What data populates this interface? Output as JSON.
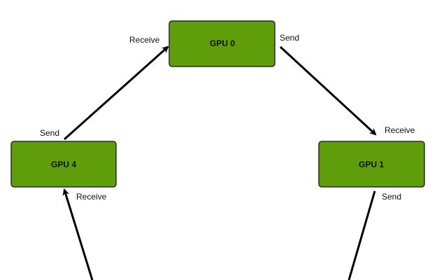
{
  "nodes": {
    "gpu0": "GPU 0",
    "gpu1": "GPU 1",
    "gpu4": "GPU 4"
  },
  "edge_labels": {
    "gpu0_receive": "Receive",
    "gpu0_send": "Send",
    "gpu1_receive": "Receive",
    "gpu1_send": "Send",
    "gpu4_send": "Send",
    "gpu4_receive": "Receive"
  },
  "colors": {
    "node_fill": "#5f9d0a",
    "node_stroke": "#2a2a2a",
    "arrow": "#000000"
  }
}
